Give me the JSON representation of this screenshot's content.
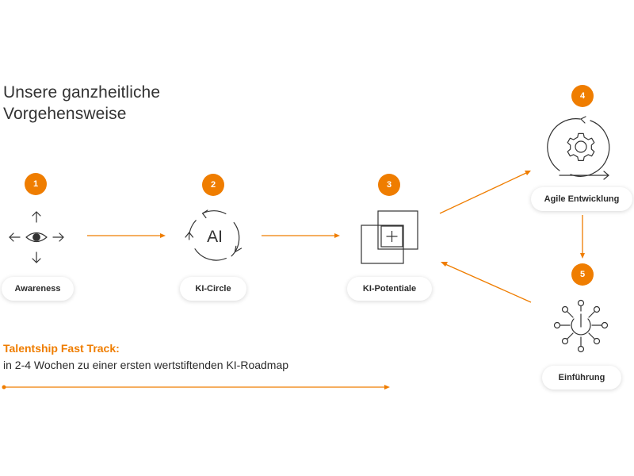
{
  "title": {
    "line1": "Unsere ganzheitliche",
    "line2": "Vorgehensweise"
  },
  "steps": [
    {
      "number": "1",
      "label": "Awareness",
      "icon": "eye-with-arrows-icon"
    },
    {
      "number": "2",
      "label": "KI-Circle",
      "icon": "ai-cycle-icon",
      "icon_text": "AI"
    },
    {
      "number": "3",
      "label": "KI-Potentiale",
      "icon": "overlapping-squares-plus-icon"
    },
    {
      "number": "4",
      "label": "Agile Entwicklung",
      "icon": "gear-cycle-icon"
    },
    {
      "number": "5",
      "label": "Einführung",
      "icon": "power-hub-icon"
    }
  ],
  "fast_track": {
    "title": "Talentship Fast Track:",
    "text": "in 2-4 Wochen zu einer ersten wertstiftenden KI-Roadmap"
  },
  "colors": {
    "accent": "#ef7d00",
    "text": "#2b2b2b",
    "icon_stroke": "#333333",
    "background": "#ffffff"
  }
}
